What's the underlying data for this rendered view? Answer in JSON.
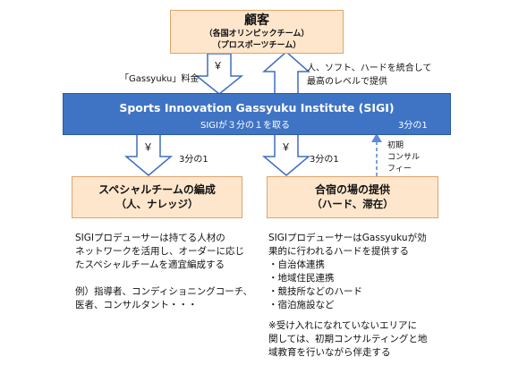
{
  "customer": {
    "title": "顧客",
    "sub1": "（各国オリンピックチーム）",
    "sub2": "（プロスポーツチーム）"
  },
  "arrows": {
    "fee_symbol": "￥",
    "fee_label": "「Gassyuku」料金",
    "provide_label_1": "人、ソフト、ハードを統合して",
    "provide_label_2": "最高のレベルで提供",
    "left_symbol": "￥",
    "left_share": "3分の1",
    "right_symbol": "￥",
    "right_share": "3分の1",
    "consult_1": "初期",
    "consult_2": "コンサル",
    "consult_3": "フィー"
  },
  "sigi": {
    "name": "Sports Innovation Gassyuku Institute (SIGI)",
    "share_note": "SIGIが３分の１を取る",
    "right_share": "3分の1"
  },
  "special_team": {
    "title": "スペシャルチームの編成",
    "subtitle": "（人、ナレッジ）",
    "desc": [
      "SIGIプロデューサーは持てる人材の",
      "ネットワークを活用し、オーダーに応じ",
      "たスペシャルチームを適宜編成する",
      "",
      "例）指導者、コンディショニングコーチ、",
      "医者、コンサルタント・・・"
    ]
  },
  "camp": {
    "title": "合宿の場の提供",
    "subtitle": "（ハード、滞在）",
    "desc": [
      "SIGIプロデューサーはGassyukuが効",
      "果的に行われるハードを提供する",
      "・自治体連携",
      "・地域住民連携",
      "・競技所などのハード",
      "・宿泊施設など",
      "",
      "※受け入れになれていないエリアに",
      "関しては、初期コンサルティングと地",
      "域教育を行いながら伴走する"
    ]
  },
  "colors": {
    "peach": "#fde6cc",
    "peach_border": "#e0a36b",
    "blue": "#3f74c4",
    "arrow_fill": "#ffffff",
    "arrow_stroke": "#3f6fbf",
    "dashed": "#5b8bd6"
  }
}
